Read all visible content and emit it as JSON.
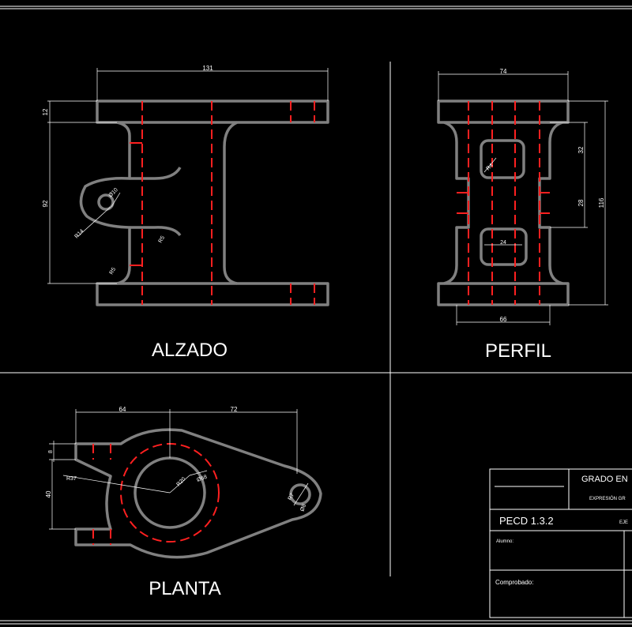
{
  "views": {
    "alzado": "ALZADO",
    "perfil": "PERFIL",
    "planta": "PLANTA"
  },
  "alzado_dims": {
    "width": "131",
    "top_thickness": "12",
    "height": "92",
    "hole_dia": "Ø10",
    "radius_outer": "R14",
    "radius_small_1": "R5",
    "radius_small_2": "R5"
  },
  "perfil_dims": {
    "width": "74",
    "inner_width": "66",
    "slot_upper": "32",
    "slot_gap": "28",
    "total_height": "116",
    "window_radius": "R4",
    "slot_width": "24"
  },
  "planta_dims": {
    "left_dist": "64",
    "right_dist": "72",
    "small_dim": "8",
    "side_height": "40",
    "big_radius": "R37",
    "inner_radius": "R20",
    "ring_dia": "Ø68",
    "boss_radius": "R7",
    "boss_hole": "Ø8"
  },
  "title_block": {
    "degree": "GRADO EN",
    "subject": "EXPRESIÓN GR",
    "sheet_code": "PECD  1.3.2",
    "eje": "EJE",
    "alumno": "Alumno:",
    "comprobado": "Comprobado:"
  },
  "colors": {
    "outline": "#808080",
    "hidden": "#ff0000",
    "dimension": "#ffffff",
    "background": "#000000"
  }
}
